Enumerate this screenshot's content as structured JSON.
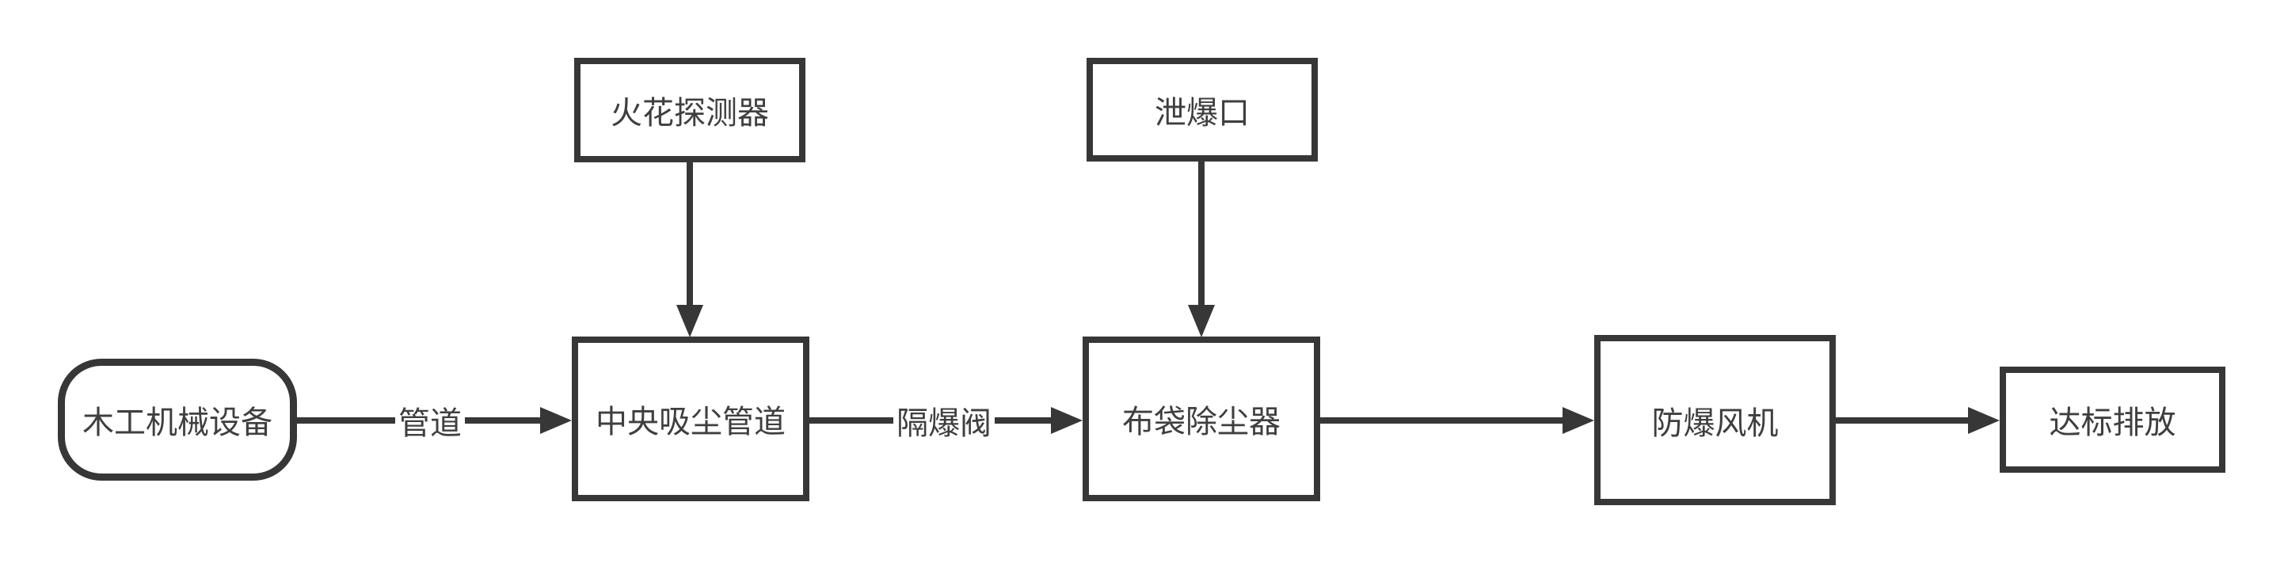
{
  "flowchart": {
    "title_hint": "woodworking-dust-explosion-protection-process",
    "nodes": [
      {
        "id": "source",
        "label": "木工机械设备",
        "shape": "rounded-rect"
      },
      {
        "id": "spark-detector",
        "label": "火花探测器",
        "shape": "rect"
      },
      {
        "id": "central-duct",
        "label": "中央吸尘管道",
        "shape": "rect"
      },
      {
        "id": "explosion-vent",
        "label": "泄爆口",
        "shape": "rect"
      },
      {
        "id": "bag-filter",
        "label": "布袋除尘器",
        "shape": "rect"
      },
      {
        "id": "explosion-proof-fan",
        "label": "防爆风机",
        "shape": "rect"
      },
      {
        "id": "discharge",
        "label": "达标排放",
        "shape": "rect"
      }
    ],
    "edges": [
      {
        "from": "source",
        "to": "central-duct",
        "label": "管道",
        "direction": "right"
      },
      {
        "from": "spark-detector",
        "to": "central-duct",
        "label": "",
        "direction": "down"
      },
      {
        "from": "central-duct",
        "to": "bag-filter",
        "label": "隔爆阀",
        "direction": "right"
      },
      {
        "from": "explosion-vent",
        "to": "bag-filter",
        "label": "",
        "direction": "down"
      },
      {
        "from": "bag-filter",
        "to": "explosion-proof-fan",
        "label": "",
        "direction": "right"
      },
      {
        "from": "explosion-proof-fan",
        "to": "discharge",
        "label": "",
        "direction": "right"
      }
    ],
    "colors": {
      "stroke": "#373737",
      "text": "#3f3f3f",
      "background": "#ffffff"
    }
  }
}
